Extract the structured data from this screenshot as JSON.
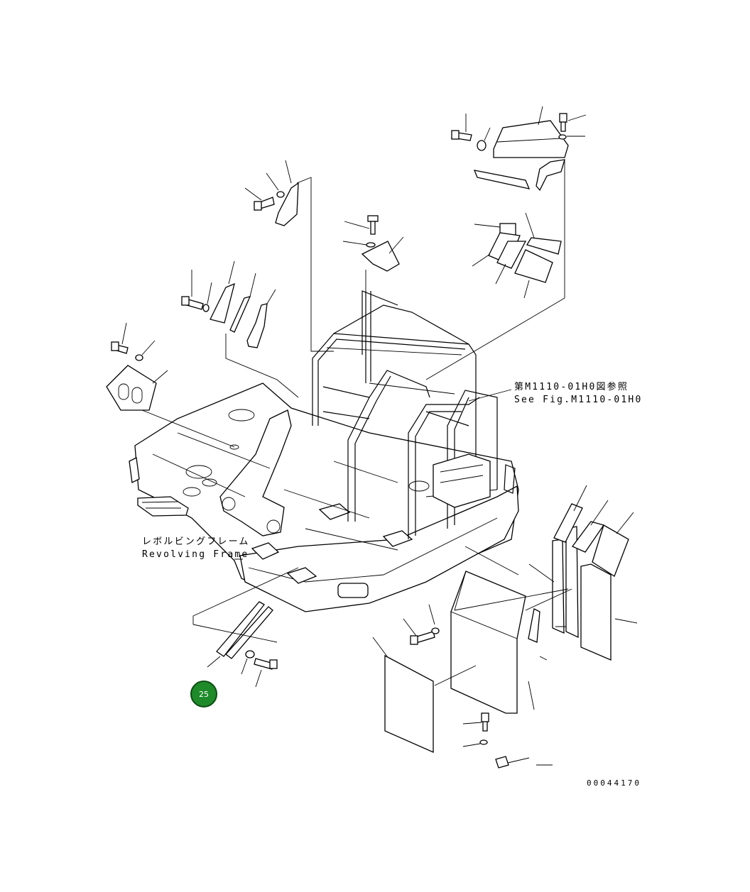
{
  "labels": {
    "revolving_frame_jp": "レボルビングフレーム",
    "revolving_frame_en": "Revolving Frame",
    "ref_jp": "第M1110-01H0図参照",
    "ref_en": "See Fig.M1110-01H0",
    "drawing_number": "00044170"
  },
  "badge": {
    "number": "25",
    "color": "#1f8a2a"
  },
  "colors": {
    "line": "#000000",
    "background": "#ffffff"
  }
}
